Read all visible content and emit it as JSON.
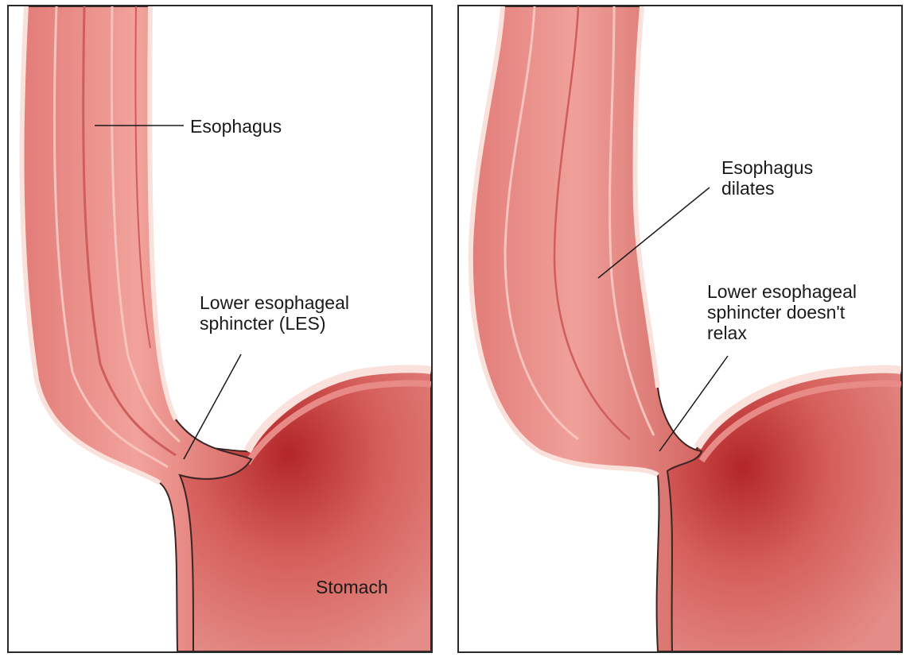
{
  "left_panel": {
    "esophagus_label": "Esophagus",
    "les_label_line1": "Lower esophageal",
    "les_label_line2": "sphincter (LES)",
    "stomach_label": "Stomach"
  },
  "right_panel": {
    "dilates_label_line1": "Esophagus",
    "dilates_label_line2": "dilates",
    "les_label_line1": "Lower esophageal",
    "les_label_line2": "sphincter doesn't",
    "les_label_line3": "relax"
  },
  "colors": {
    "tissue": "#e88a86",
    "tissue_dark": "#c9524f",
    "wall_highlight": "#fbe1dc",
    "stomach_inner": "#b8302f",
    "outline": "#3a2424"
  }
}
